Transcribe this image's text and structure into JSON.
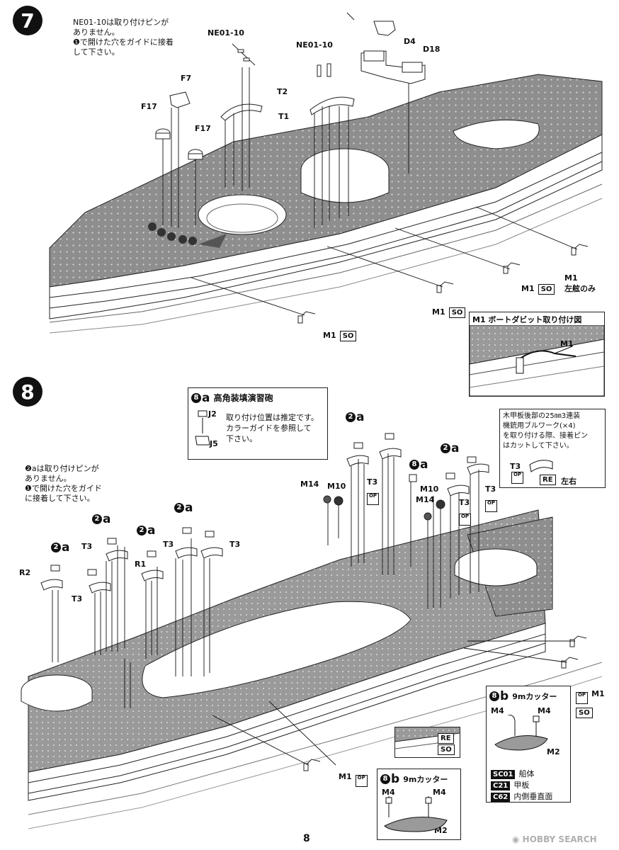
{
  "step7": {
    "number": "7",
    "note": "NE01-10は取り付けピンが\nありません。\n❶で開けた穴をガイドに接着\nして下さい。",
    "labels": {
      "ne_a": "NE01-10",
      "ne_b": "NE01-10",
      "d4": "D4",
      "d18": "D18",
      "f7": "F7",
      "t2": "T2",
      "f17_a": "F17",
      "f17_b": "F17",
      "t1": "T1",
      "m1_a": "M1",
      "m1_b": "M1",
      "m1_c": "M1",
      "m1_d": "M1",
      "m1_d_note": "左舷のみ",
      "so": "SO"
    },
    "inset": {
      "title": "M1 ボートダビット取り付け図",
      "label": "M1"
    }
  },
  "step8": {
    "number": "8",
    "note": "❷aは取り付けピンが\nありません。\n❶で開けた穴をガイド\nに接着して下さい。",
    "box_a": {
      "num": "8",
      "letter": "a",
      "title": "高角装填演習砲",
      "j2": "J2",
      "j5": "J5",
      "text": "取り付け位置は推定です。\nカラーガイドを参照して\n下さい。"
    },
    "note_right": "木甲板後部の25㎜3連装\n機銃用ブルワーク(×4)\nを取り付ける際、接着ピン\nはカットして下さい。",
    "note_right_labels": {
      "t3": "T3",
      "op": "OP",
      "re": "RE",
      "side": "左右"
    },
    "labels": {
      "r2": "R2",
      "r1": "R1",
      "t3": "T3",
      "m14": "M14",
      "m10": "M10",
      "m1": "M1",
      "a_letter": "a",
      "circ2": "2",
      "circ8": "8",
      "so": "SO",
      "re": "RE",
      "op": "OP"
    },
    "box_b": {
      "num": "8",
      "letter": "b",
      "title": "9mカッター",
      "m4": "M4",
      "m2": "M2",
      "legend": [
        {
          "code": "SC01",
          "text": "船体"
        },
        {
          "code": "C21",
          "text": "甲板"
        },
        {
          "code": "C62",
          "text": "内側垂直面"
        }
      ]
    }
  },
  "footer": {
    "page": "8",
    "watermark": "HOBBY SEARCH"
  }
}
